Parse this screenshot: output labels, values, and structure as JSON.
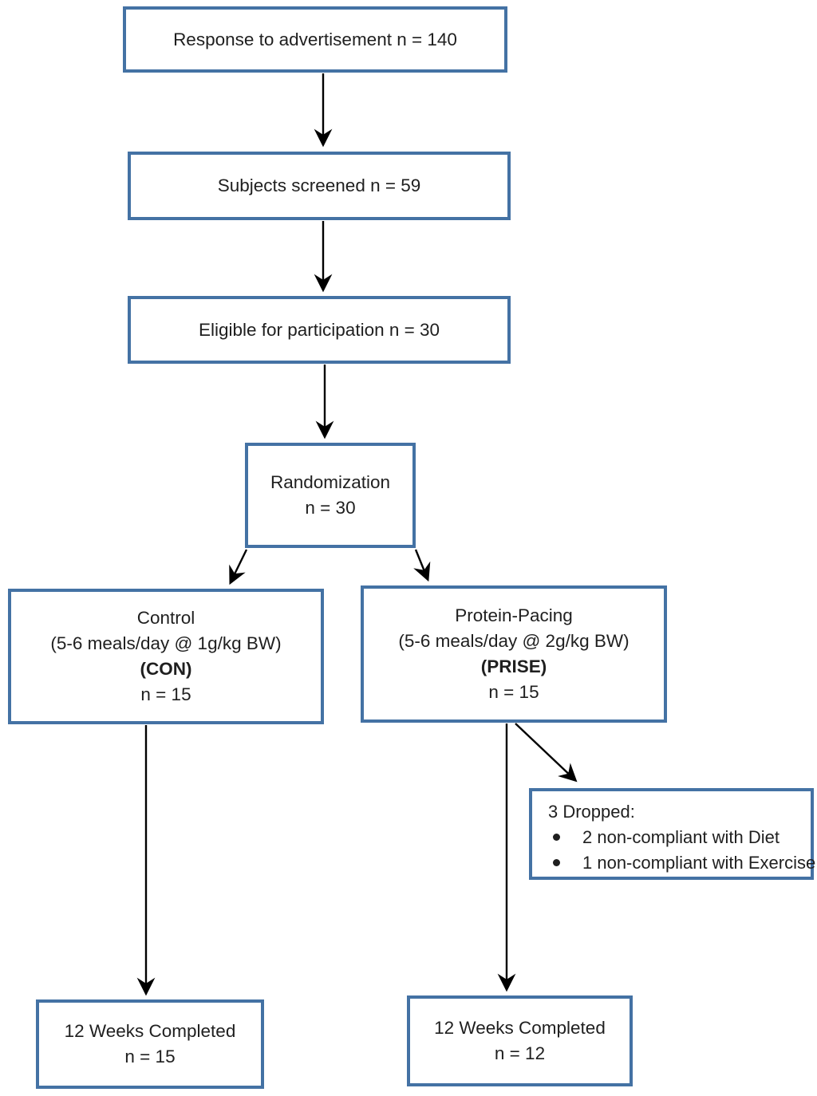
{
  "diagram": {
    "title": "Participant flow diagram",
    "colors": {
      "box_border": "#4472a4",
      "text": "#1f1f1f",
      "arrow": "#000000",
      "background": "#ffffff"
    },
    "boxes": {
      "response": {
        "label": "Response to advertisement n = 140"
      },
      "screened": {
        "label": "Subjects screened n = 59"
      },
      "eligible": {
        "label": "Eligible for participation n = 30"
      },
      "randomization": {
        "line1": "Randomization",
        "line2": "n = 30"
      },
      "control": {
        "line1": "Control",
        "line2": "(5-6 meals/day @ 1g/kg BW)",
        "line3": "(CON)",
        "line4": "n = 15"
      },
      "protein_pacing": {
        "line1": "Protein-Pacing",
        "line2": "(5-6 meals/day @ 2g/kg BW)",
        "line3": "(PRISE)",
        "line4": "n = 15"
      },
      "dropped": {
        "title": "3 Dropped:",
        "items": [
          "2 non-compliant with Diet",
          "1 non-compliant with Exercise"
        ]
      },
      "completed_control": {
        "line1": "12 Weeks Completed",
        "line2": "n = 15"
      },
      "completed_prise": {
        "line1": "12 Weeks Completed",
        "line2": "n = 12"
      }
    }
  }
}
